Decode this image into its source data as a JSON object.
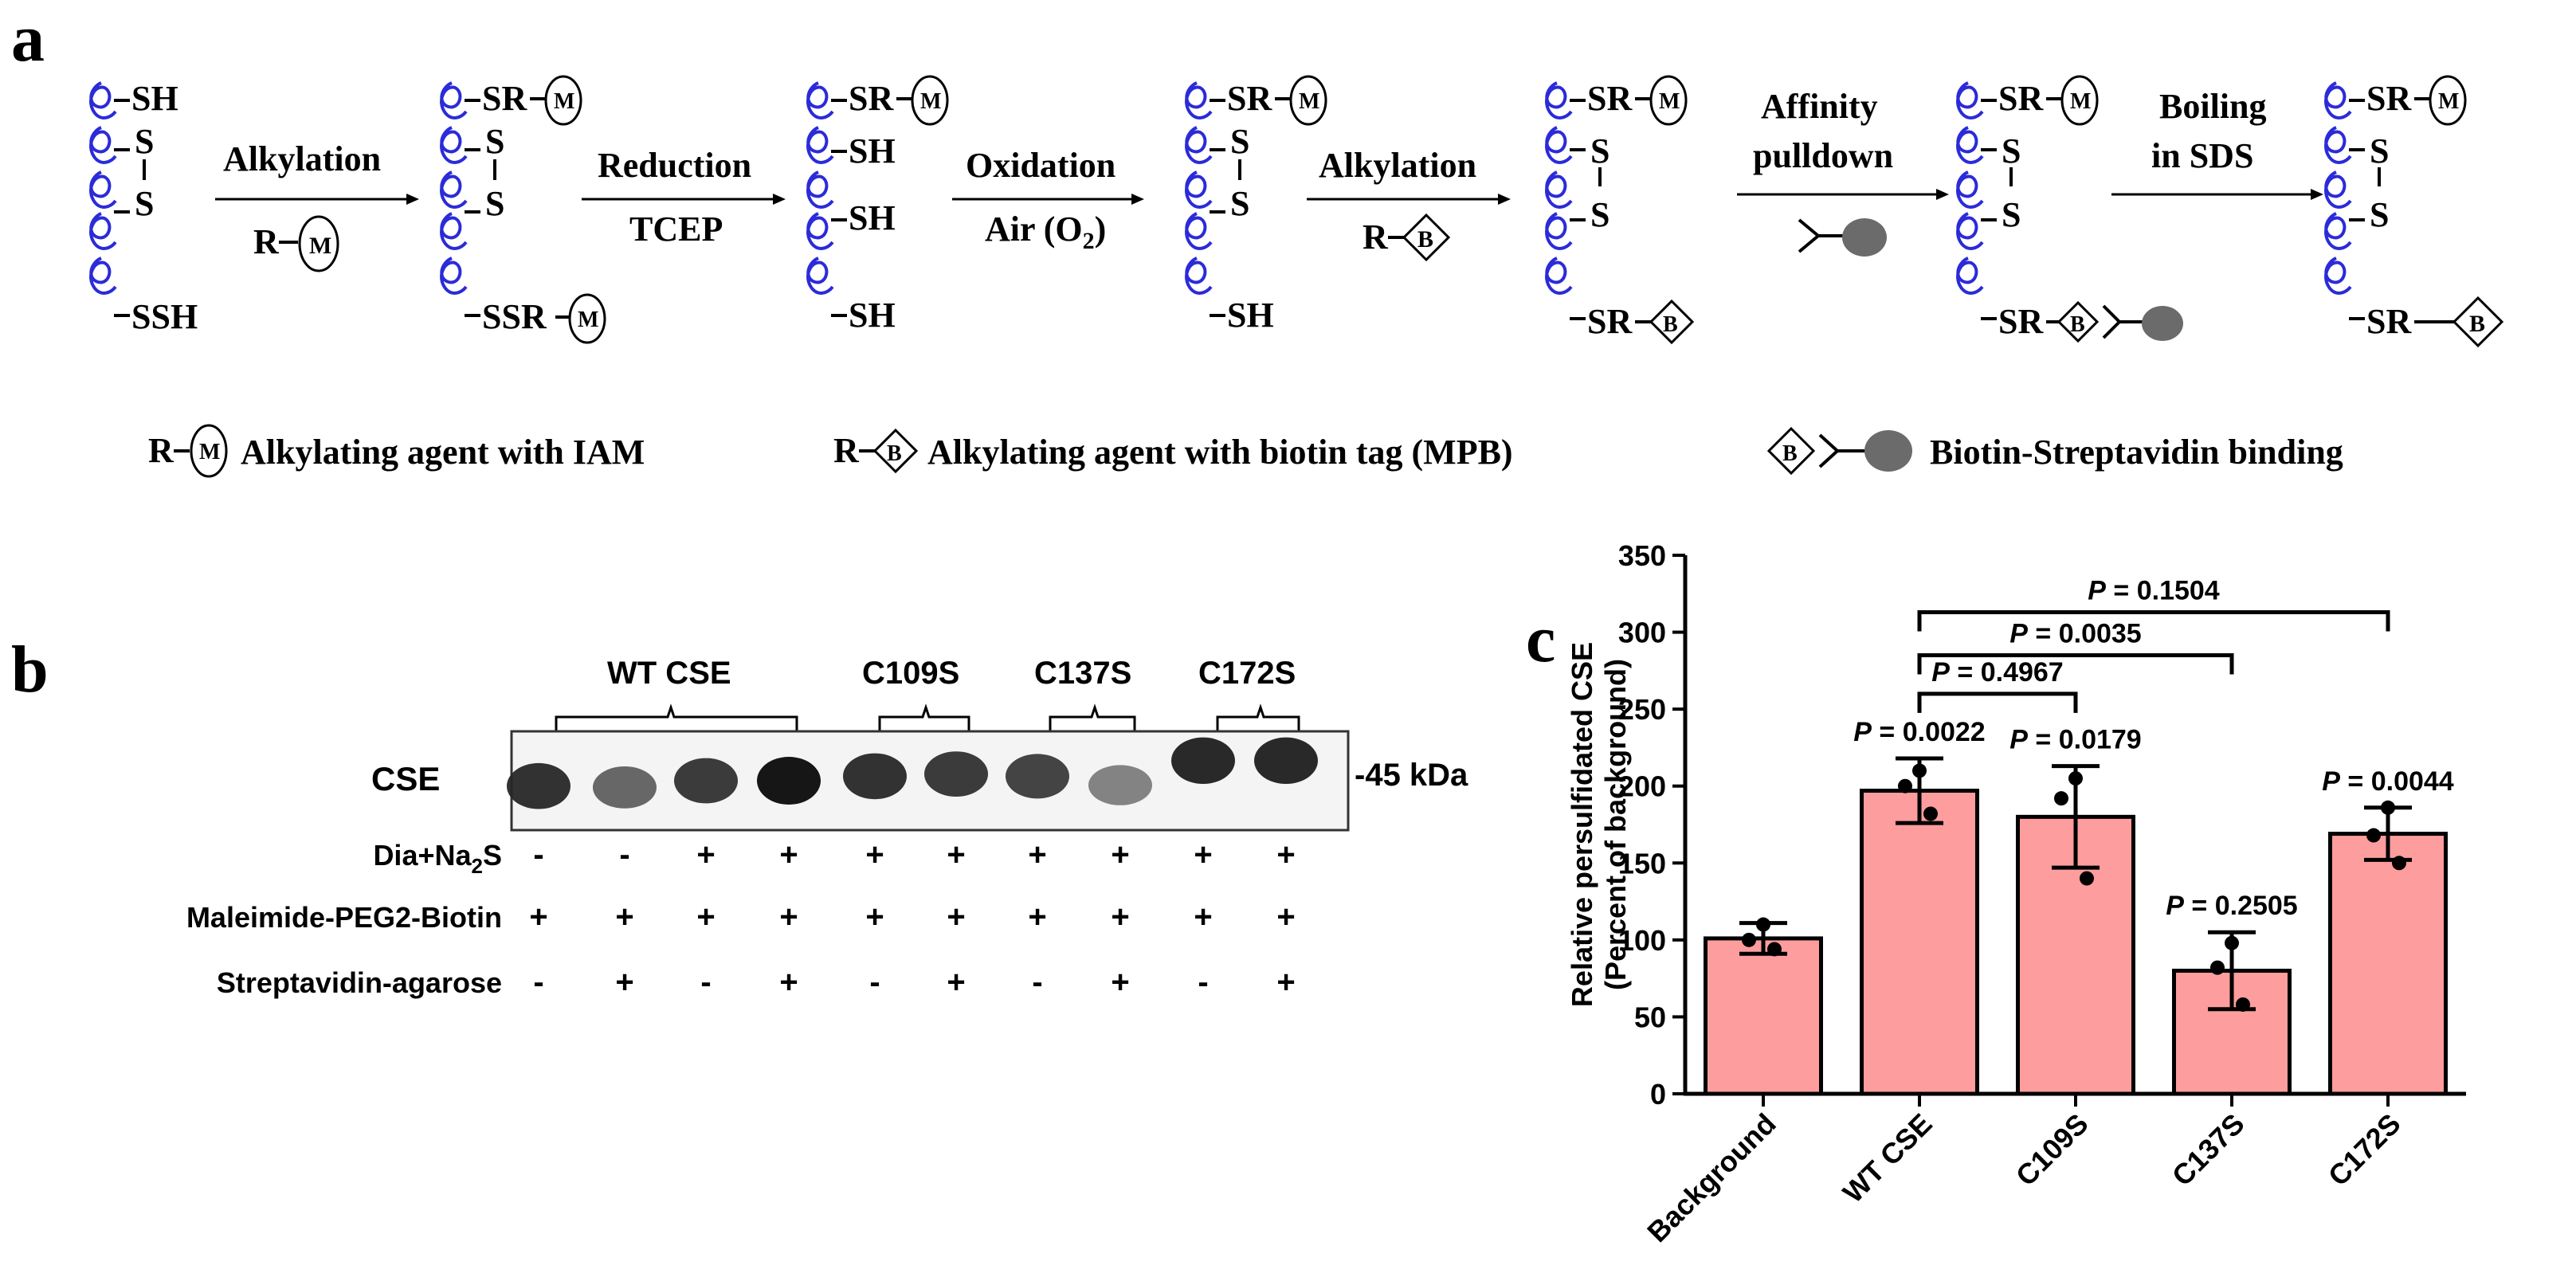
{
  "panels": {
    "a": "a",
    "b": "b",
    "c": "c"
  },
  "scheme": {
    "step1": {
      "groups": [
        "SH",
        "S",
        "S",
        "SSH"
      ],
      "arrow_top": "Alkylation",
      "arrow_bottom_R": "R",
      "arrow_bottom_tag": "M"
    },
    "step2": {
      "groups": [
        "SR",
        "S",
        "S",
        "SSR"
      ],
      "tag": "M",
      "arrow_top": "Reduction",
      "arrow_bottom": "TCEP"
    },
    "step3": {
      "groups": [
        "SR",
        "SH",
        "SH",
        "SH"
      ],
      "tag": "M",
      "arrow_top": "Oxidation",
      "arrow_bottom": "Air (O",
      "arrow_bottom_sub": "2",
      "arrow_bottom_close": ")"
    },
    "step4": {
      "groups": [
        "SR",
        "S",
        "S",
        "SH"
      ],
      "tag": "M",
      "arrow_top": "Alkylation",
      "arrow_bottom_R": "R",
      "arrow_bottom_tag": "B"
    },
    "step5": {
      "groups": [
        "SR",
        "S",
        "S",
        "SR"
      ],
      "tag_top": "M",
      "tag_bottom": "B",
      "arrow_top1": "Affinity",
      "arrow_top2": "pulldown"
    },
    "step6": {
      "groups": [
        "SR",
        "S",
        "S",
        "SR"
      ],
      "tag_top": "M",
      "tag_bottom": "B",
      "arrow_top1": "Boiling",
      "arrow_top2": "in SDS"
    },
    "step7": {
      "groups": [
        "SR",
        "S",
        "S",
        "SR"
      ],
      "tag_top": "M",
      "tag_bottom": "B"
    },
    "legend": {
      "item1_R": "R",
      "item1_tag": "M",
      "item1_text": "Alkylating agent with IAM",
      "item2_R": "R",
      "item2_tag": "B",
      "item2_text": "Alkylating agent with biotin tag (MPB)",
      "item3_tag": "B",
      "item3_text": "Biotin-Streptavidin binding"
    }
  },
  "blot": {
    "groups": [
      "WT CSE",
      "C109S",
      "C137S",
      "C172S"
    ],
    "band_label": "CSE",
    "marker": "-45 kDa",
    "rows": [
      {
        "label": "Dia+Na",
        "sub": "2",
        "label_end": "S",
        "signs": [
          "-",
          "-",
          "+",
          "+",
          "+",
          "+",
          "+",
          "+",
          "+",
          "+"
        ]
      },
      {
        "label": "Maleimide-PEG2-Biotin",
        "sub": "",
        "label_end": "",
        "signs": [
          "+",
          "+",
          "+",
          "+",
          "+",
          "+",
          "+",
          "+",
          "+",
          "+"
        ]
      },
      {
        "label": "Streptavidin-agarose",
        "sub": "",
        "label_end": "",
        "signs": [
          "-",
          "+",
          "-",
          "+",
          "-",
          "+",
          "-",
          "+",
          "-",
          "+"
        ]
      }
    ],
    "band_intensity": [
      0.85,
      0.55,
      0.8,
      1.0,
      0.85,
      0.8,
      0.75,
      0.4,
      0.9,
      0.9
    ],
    "band_vertical": [
      0.62,
      0.65,
      0.5,
      0.5,
      0.4,
      0.35,
      0.4,
      0.6,
      0.05,
      0.05
    ]
  },
  "chart_data": {
    "type": "bar",
    "ylabel": "Relative persulfidated CSE",
    "ylabel2": "(Percent of background)",
    "ylim": [
      0,
      350
    ],
    "yticks": [
      0,
      50,
      100,
      150,
      200,
      250,
      300,
      350
    ],
    "categories": [
      "Background",
      "WT CSE",
      "C109S",
      "C137S",
      "C172S"
    ],
    "values": [
      101,
      197,
      180,
      80,
      169
    ],
    "errors": [
      10,
      21,
      33,
      25,
      17
    ],
    "points": [
      [
        110,
        100,
        94
      ],
      [
        210,
        200,
        182
      ],
      [
        205,
        192,
        140
      ],
      [
        98,
        82,
        58
      ],
      [
        186,
        168,
        150
      ]
    ],
    "bar_color": "#fd9d9d",
    "point_labels": [
      "",
      "P = 0.0022",
      "P = 0.0179",
      "P = 0.2505",
      "P = 0.0044"
    ],
    "comparisons": [
      {
        "from": 1,
        "to": 2,
        "label": "P = 0.4967",
        "y": 260
      },
      {
        "from": 1,
        "to": 3,
        "label": "P = 0.0035",
        "y": 285
      },
      {
        "from": 1,
        "to": 4,
        "label": "P = 0.1504",
        "y": 313
      }
    ]
  }
}
